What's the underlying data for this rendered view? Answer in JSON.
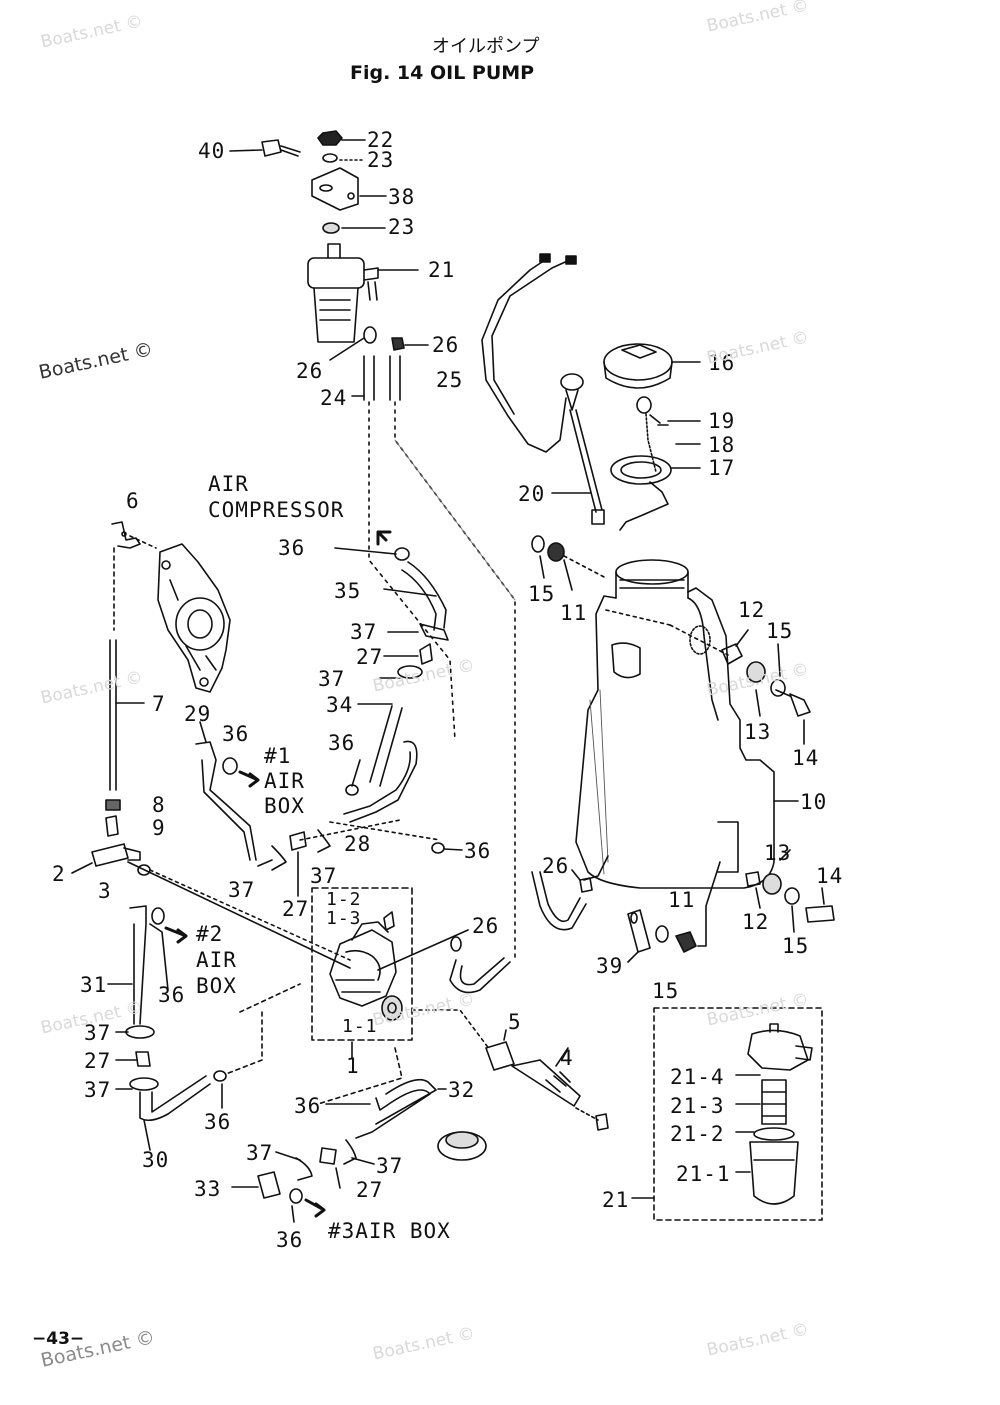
{
  "title": {
    "jp": "オイルポンプ",
    "en": "Fig. 14   OIL PUMP"
  },
  "page_number": "−43−",
  "watermarks": [
    "Boats.net ©",
    "Boats.net ©",
    "Boats.net ©",
    "Boats.net ©",
    "Boats.net ©",
    "Boats.net ©",
    "Boats.net ©",
    "Boats.net ©",
    "Boats.net ©",
    "Boats.net ©",
    "Boats.net ©",
    "Boats.net ©",
    "Boats.net ©"
  ],
  "destinations": {
    "air_compressor_1": "AIR",
    "air_compressor_2": "COMPRESSOR",
    "air_box1_a": "#1",
    "air_box1_b": "AIR",
    "air_box1_c": "BOX",
    "air_box2_a": "#2",
    "air_box2_b": "AIR",
    "air_box2_c": "BOX",
    "air_box3": "#3AIR BOX"
  },
  "callouts": [
    "40",
    "22",
    "23",
    "38",
    "23",
    "21",
    "26",
    "26",
    "24",
    "25",
    "16",
    "19",
    "18",
    "17",
    "20",
    "6",
    "36",
    "35",
    "37",
    "27",
    "37",
    "34",
    "7",
    "29",
    "36",
    "36",
    "8",
    "9",
    "28",
    "36",
    "2",
    "3",
    "37",
    "27",
    "37",
    "15",
    "11",
    "12",
    "15",
    "13",
    "14",
    "10",
    "26",
    "13",
    "14",
    "12",
    "15",
    "11",
    "39",
    "15",
    "1-2",
    "1-3",
    "26",
    "31",
    "36",
    "37",
    "27",
    "37",
    "1-1",
    "1",
    "5",
    "4",
    "36",
    "32",
    "30",
    "36",
    "37",
    "37",
    "27",
    "33",
    "36",
    "21-4",
    "21-3",
    "21-2",
    "21-1",
    "21"
  ]
}
